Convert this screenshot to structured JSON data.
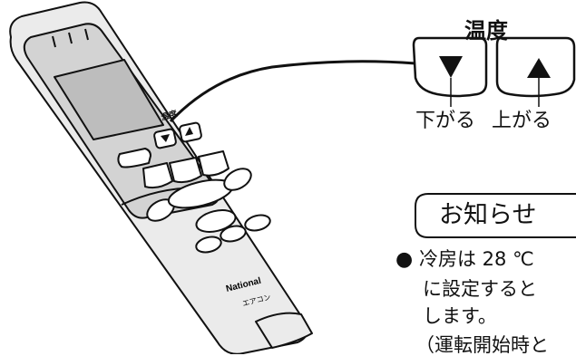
{
  "temperature_callout": {
    "title": "温度",
    "down_label": "下がる",
    "up_label": "上がる"
  },
  "remote": {
    "temp_label": "温度",
    "brand": "National",
    "product": "エアコン"
  },
  "notice": {
    "title": "お知らせ",
    "bullet": "●",
    "lines": [
      "冷房は 28 ℃",
      "に設定すると",
      "します。",
      "（運転開始時と"
    ]
  },
  "colors": {
    "line": "#111111",
    "body_fill": "#ebebeb",
    "panel_fill": "#d3d3d3",
    "display_fill": "#bdbdbd",
    "button_fill": "#ffffff"
  }
}
